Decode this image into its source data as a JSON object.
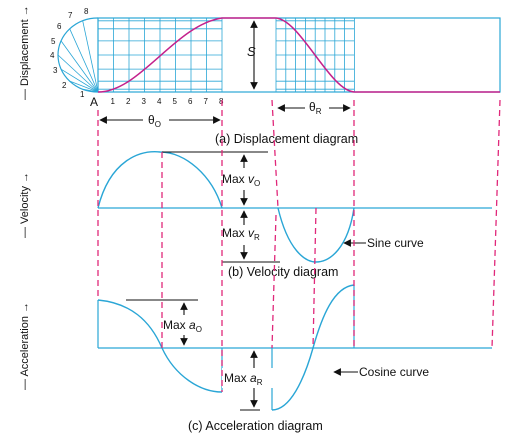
{
  "axes_labels": {
    "displacement": "— Displacement →",
    "velocity": "— Velocity →",
    "acceleration": "— Acceleration →"
  },
  "circle_numbers": [
    "1",
    "2",
    "3",
    "4",
    "5",
    "6",
    "7",
    "8"
  ],
  "base_numbers": [
    "1",
    "2",
    "3",
    "4",
    "5",
    "6",
    "7",
    "8"
  ],
  "point_a": "A",
  "displacement": {
    "s_label": "S",
    "theta_o": "θ",
    "theta_o_sub": "O",
    "theta_r": "θ",
    "theta_r_sub": "R",
    "caption": "(a) Displacement diagram"
  },
  "velocity": {
    "max_vo": "Max",
    "max_vo_var": "v",
    "max_vo_sub": "O",
    "max_vr": "Max",
    "max_vr_var": "v",
    "max_vr_sub": "R",
    "sine_curve": "Sine curve",
    "caption": "(b) Velocity diagram"
  },
  "acceleration": {
    "max_ao": "Max",
    "max_ao_var": "a",
    "max_ao_sub": "O",
    "max_ar": "Max",
    "max_ar_var": "a",
    "max_ar_sub": "R",
    "cosine_curve": "Cosine curve",
    "caption": "(c) Acceleration diagram"
  }
}
